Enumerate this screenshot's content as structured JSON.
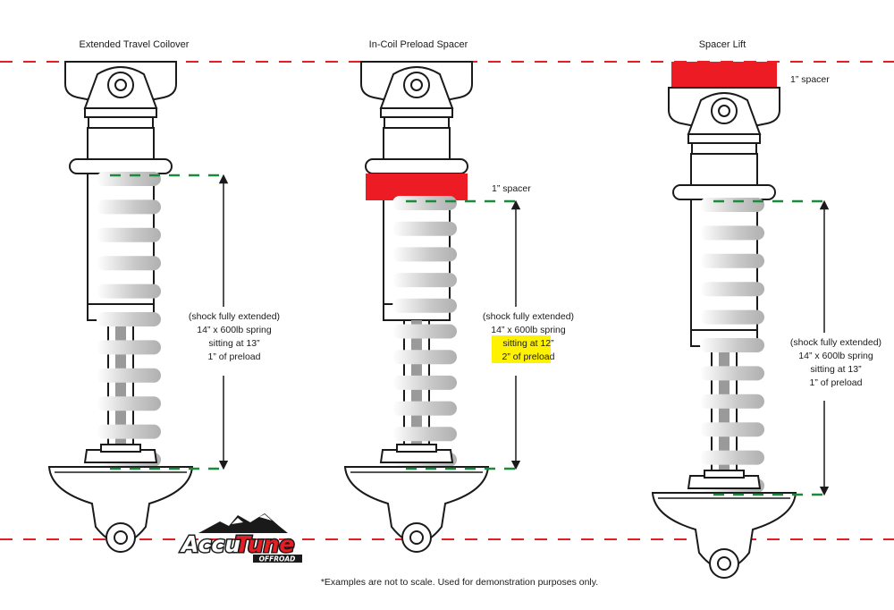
{
  "colors": {
    "red_line": "#e31e24",
    "green_line": "#1a8a3c",
    "spacer": "#ed1c24",
    "highlight": "#fff200",
    "outline": "#1a1a1a"
  },
  "panels": [
    {
      "title": "Extended Travel Coilover",
      "lines": [
        "(shock fully extended)",
        "14” x 600lb spring",
        "sitting at 13”",
        "1” of preload"
      ],
      "highlight_lines": []
    },
    {
      "title": "In-Coil Preload Spacer",
      "spacer_label": "1” spacer",
      "lines": [
        "(shock fully extended)",
        "14” x 600lb spring",
        "sitting at 12”",
        "2” of preload"
      ],
      "highlight_lines": [
        2,
        3
      ]
    },
    {
      "title": "Spacer Lift",
      "spacer_label": "1” spacer",
      "lines": [
        "(shock fully extended)",
        "14” x 600lb spring",
        "sitting at 13”",
        "1” of preload"
      ],
      "highlight_lines": []
    }
  ],
  "logo": {
    "word1": "Accu",
    "word2": "Tune",
    "sub": "OFFROAD"
  },
  "footnote": "*Examples are not to scale. Used for demonstration purposes only."
}
